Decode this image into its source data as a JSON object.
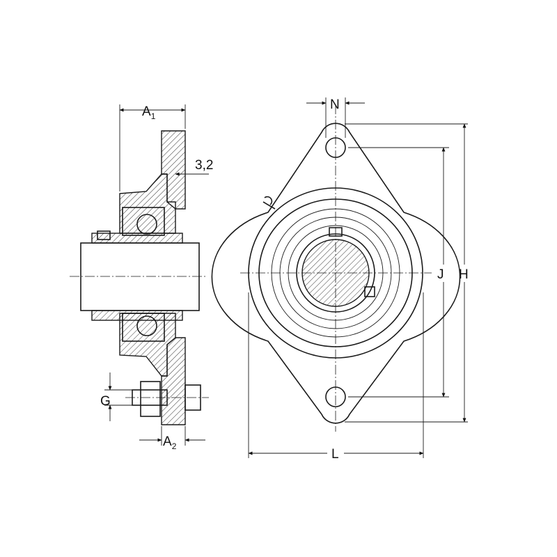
{
  "labels": {
    "a1": {
      "main": "A",
      "sub": "1"
    },
    "a2": {
      "main": "A",
      "sub": "2"
    },
    "thickness": "3,2",
    "g": "G",
    "n": "N",
    "j": "J",
    "h": "H",
    "l": "L"
  },
  "colors": {
    "line": "#1a1a1a",
    "background": "#ffffff"
  }
}
